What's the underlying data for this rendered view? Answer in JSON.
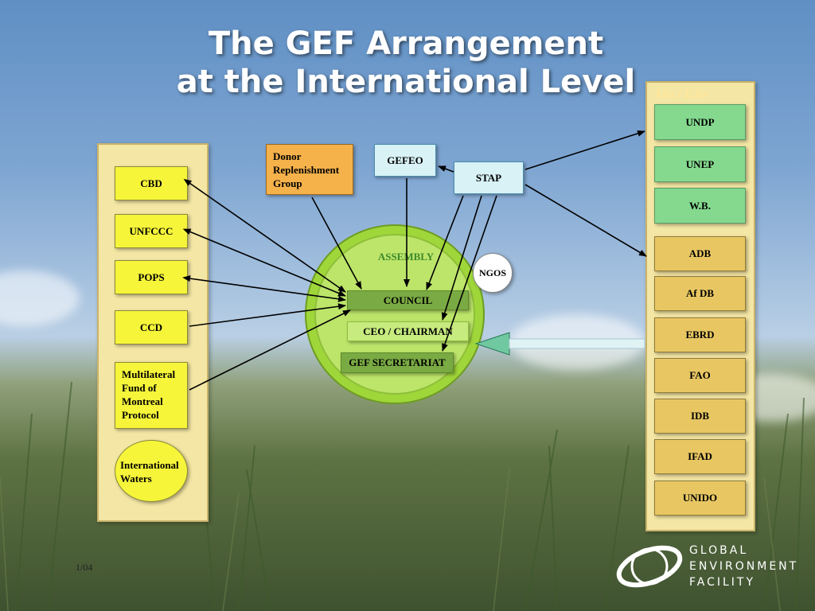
{
  "title": {
    "line1": "The GEF Arrangement",
    "line2": "at the International Level"
  },
  "conventions": {
    "cbd": "CBD",
    "unfccc": "UNFCCC",
    "pops": "POPS",
    "ccd": "CCD",
    "montreal": "Multilateral Fund of Montreal Protocol",
    "waters": "International Waters"
  },
  "center": {
    "donor": "Donor Replenishment Group",
    "gefeo": "GEFEO",
    "stap": "STAP",
    "assembly": "ASSEMBLY",
    "ngos": "NGOS",
    "council": "COUNCIL",
    "ceo": "CEO / CHAIRMAN",
    "secretariat": "GEF SECRETARIAT"
  },
  "agencies": {
    "header": "IAs / EAs",
    "implementing": [
      "UNDP",
      "UNEP",
      "W.B."
    ],
    "executing": [
      "ADB",
      "Af DB",
      "EBRD",
      "FAO",
      "IDB",
      "IFAD",
      "UNIDO"
    ]
  },
  "logo": {
    "line1": "GLOBAL",
    "line2": "ENVIRONMENT",
    "line3": "FACILITY"
  },
  "slide_number": "1/04",
  "colors": {
    "convention_fill": "#f6f53a",
    "ia_fill": "#84d98f",
    "ea_fill": "#e8c763",
    "circle": "#9fd63a",
    "donor": "#f5b24a"
  }
}
